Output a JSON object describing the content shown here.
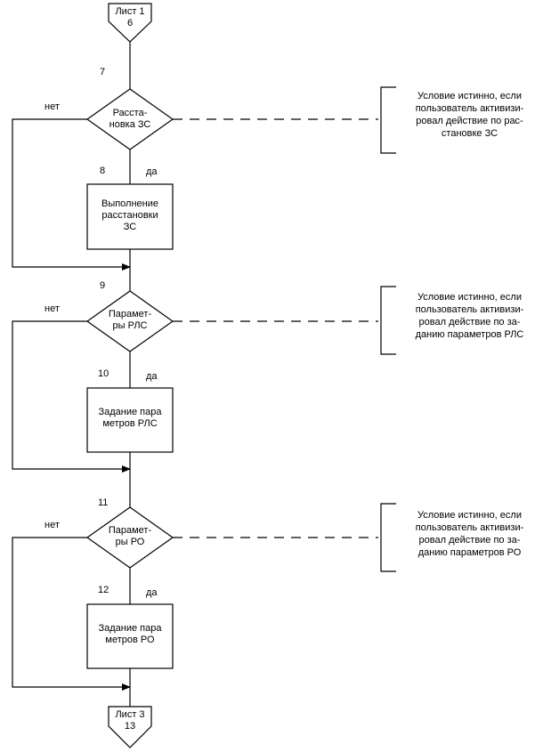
{
  "connector_top": {
    "sheet": "Лист 1",
    "number": "6"
  },
  "connector_bottom": {
    "sheet": "Лист 3",
    "number": "13"
  },
  "blocks": [
    {
      "number": "7",
      "decision": "Расста-\nновка ЗС",
      "no_label": "нет",
      "yes_label": "да",
      "process_number": "8",
      "process": "Выполнение\nрасстановки\nЗС",
      "comment": "Условие истинно, если\nпользователь активизи-\nровал действие по рас-\nстановке ЗС"
    },
    {
      "number": "9",
      "decision": "Парамет-\nры РЛС",
      "no_label": "нет",
      "yes_label": "да",
      "process_number": "10",
      "process": "Задание пара\nметров РЛС",
      "comment": "Условие истинно, если\nпользователь активизи-\nровал действие по за-\nданию параметров РЛС"
    },
    {
      "number": "11",
      "decision": "Парамет-\nры РО",
      "no_label": "нет",
      "yes_label": "да",
      "process_number": "12",
      "process": "Задание пара\nметров РО",
      "comment": "Условие истинно, если\nпользователь активизи-\nровал действие по за-\nданию параметров РО"
    }
  ]
}
